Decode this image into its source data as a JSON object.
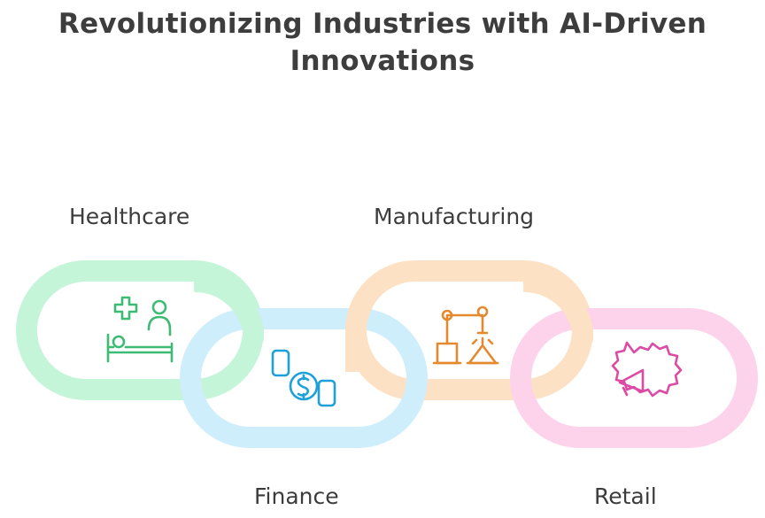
{
  "title": {
    "line1": "Revolutionizing Industries with AI-Driven",
    "line2": "Innovations"
  },
  "links": [
    {
      "label": "Healthcare",
      "color": "#c4f5d9",
      "icon": "hospital-patient-icon",
      "icon_color": "#3dbb74"
    },
    {
      "label": "Finance",
      "color": "#cdeefa",
      "icon": "money-transfer-icon",
      "icon_color": "#1ea1d8"
    },
    {
      "label": "Manufacturing",
      "color": "#fde1c4",
      "icon": "robot-arm-icon",
      "icon_color": "#e5892e"
    },
    {
      "label": "Retail",
      "color": "#fcd3ea",
      "icon": "megaphone-badge-icon",
      "icon_color": "#dc4aa4"
    }
  ]
}
